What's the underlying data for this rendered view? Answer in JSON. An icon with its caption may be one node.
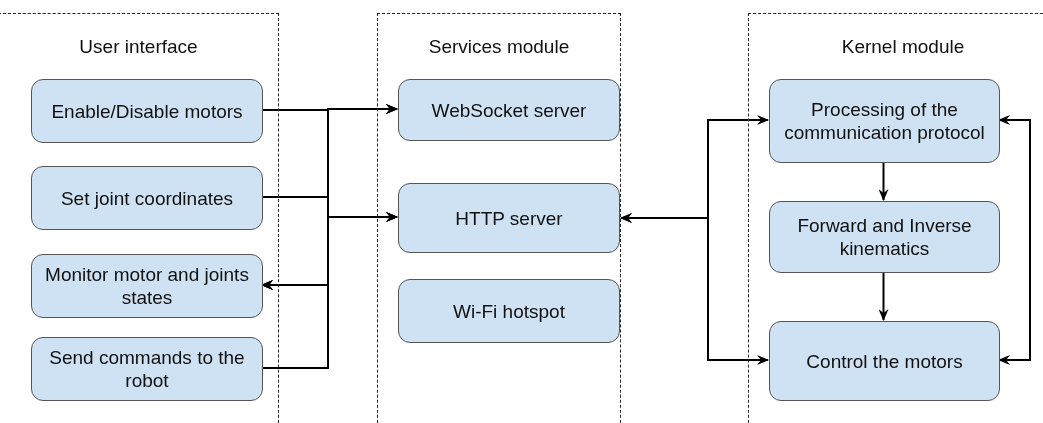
{
  "diagram": {
    "nodes": [
      {
        "text": [
          "User interface"
        ]
      },
      {
        "text": [
          "Enable/Disable motors"
        ],
        "in": 0
      },
      {
        "text": [
          "Set joint coordinates"
        ],
        "in": 0
      },
      {
        "text": [
          "Monitor motor and joints states"
        ],
        "in": 0
      },
      {
        "text": [
          "Send commands to the robot"
        ],
        "in": 0
      },
      {
        "text": [
          "Services module"
        ]
      },
      {
        "text": [
          "WebSocket server"
        ],
        "in": 5
      },
      {
        "text": [
          "HTTP server"
        ],
        "in": 5
      },
      {
        "text": [
          "Wi-Fi hotspot"
        ],
        "in": 5
      },
      {
        "text": [
          "Kernel module"
        ]
      },
      {
        "text": [
          "Processing of the communication protocol"
        ],
        "in": 9
      },
      {
        "text": [
          "Forward and Inverse kinematics"
        ],
        "in": 9
      },
      {
        "text": [
          "Control the motors"
        ],
        "in": 9
      }
    ],
    "edges": [
      {
        "from": 1,
        "to": 6,
        "arrow": "to"
      },
      {
        "from": 1,
        "to": 7,
        "arrow": "to"
      },
      {
        "from": 1,
        "to": 3,
        "arrow": "to"
      },
      {
        "from": 2,
        "to": 6,
        "arrow": "to"
      },
      {
        "from": 2,
        "to": 7,
        "arrow": "to"
      },
      {
        "from": 2,
        "to": 3,
        "arrow": "to"
      },
      {
        "from": 4,
        "to": 6,
        "arrow": "to"
      },
      {
        "from": 4,
        "to": 7,
        "arrow": "to"
      },
      {
        "from": 4,
        "to": 3,
        "arrow": "to"
      },
      {
        "from": 5,
        "to": 10,
        "arrow": "both"
      },
      {
        "from": 5,
        "to": 12,
        "arrow": "both"
      },
      {
        "from": 10,
        "to": 11,
        "arrow": "to"
      },
      {
        "from": 11,
        "to": 12,
        "arrow": "to"
      },
      {
        "from": 10,
        "to": 12,
        "arrow": "both"
      }
    ]
  }
}
